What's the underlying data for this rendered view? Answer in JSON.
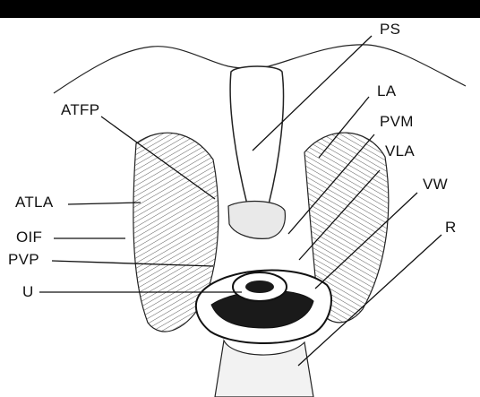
{
  "labels": {
    "ps": "PS",
    "la": "LA",
    "atfp": "ATFP",
    "pvm": "PVM",
    "vla": "VLA",
    "vw": "VW",
    "atla": "ATLA",
    "r": "R",
    "oif": "OIF",
    "pvp": "PVP",
    "u": "U"
  },
  "colors": {
    "ink": "#111111",
    "background": "#ffffff",
    "top_band": "#000000"
  }
}
